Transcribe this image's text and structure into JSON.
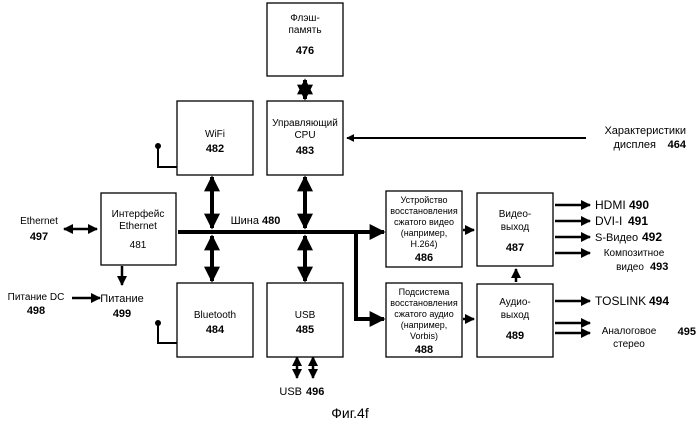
{
  "blocks": {
    "flash": {
      "label1": "Флэш-",
      "label2": "память",
      "num": "476"
    },
    "cpu": {
      "label1": "Управляющий",
      "label2": "CPU",
      "num": "483"
    },
    "wifi": {
      "label": "WiFi",
      "num": "482"
    },
    "ethernet_if": {
      "label1": "Интерфейс",
      "label2": "Ethernet",
      "num": "481"
    },
    "bluetooth": {
      "label": "Bluetooth",
      "num": "484"
    },
    "usb": {
      "label": "USB",
      "num": "485"
    },
    "video_decoder": {
      "lines": [
        "Устройство",
        "восстановления",
        "сжатого видео",
        "(например,",
        "H.264)"
      ],
      "num": "486"
    },
    "audio_decoder": {
      "lines": [
        "Подсистема",
        "восстановления",
        "сжатого аудио",
        "(например,",
        "Vorbis)"
      ],
      "num": "488"
    },
    "video_out": {
      "label1": "Видео-",
      "label2": "выход",
      "num": "487"
    },
    "audio_out": {
      "label1": "Аудио-",
      "label2": "выход",
      "num": "489"
    }
  },
  "labels": {
    "display_char_1": "Характеристики",
    "display_char_2": "дисплея",
    "display_char_num": "464",
    "bus": "Шина",
    "bus_num": "480",
    "ethernet": "Ethernet",
    "ethernet_num": "497",
    "power_dc": "Питание DC",
    "power_dc_num": "498",
    "power": "Питание",
    "power_num": "499",
    "usb_port": "USB",
    "usb_port_num": "496",
    "hdmi": "HDMI",
    "hdmi_num": "490",
    "dvi": "DVI-I",
    "dvi_num": "491",
    "svideo": "S-Видео",
    "svideo_num": "492",
    "composite_1": "Композитное",
    "composite_2": "видео",
    "composite_num": "493",
    "toslink": "TOSLINK",
    "toslink_num": "494",
    "analog_1": "Аналоговое",
    "analog_2": "стерео",
    "analog_num": "495",
    "figure": "Фиг.4f"
  }
}
